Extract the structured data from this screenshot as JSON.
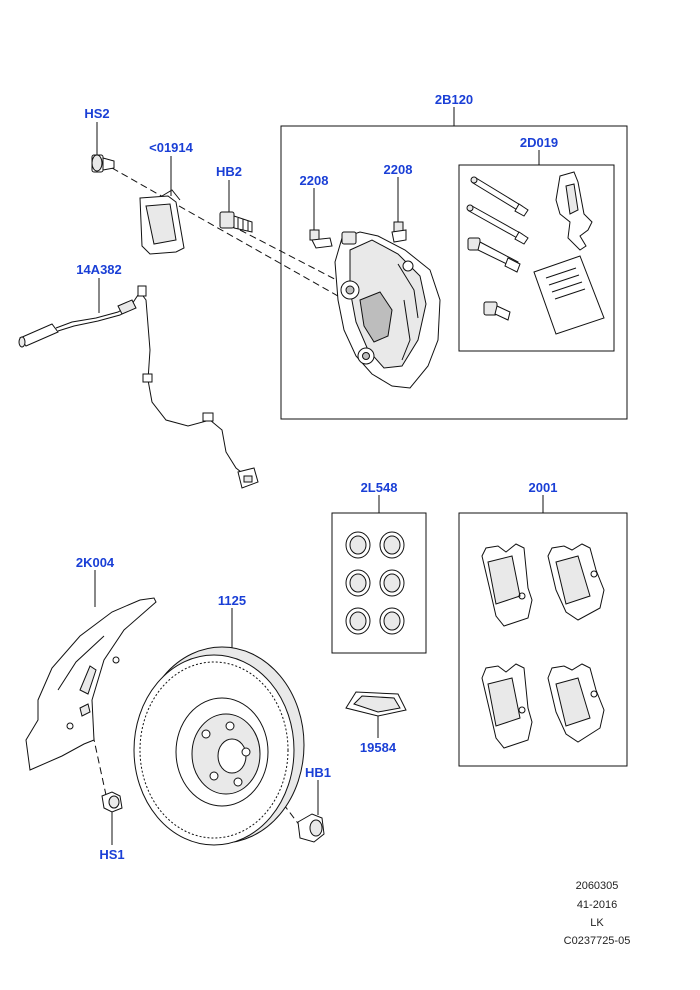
{
  "callouts": {
    "hs2": "HS2",
    "p01914": "<01914",
    "hb2": "HB2",
    "p2b120": "2B120",
    "p2208a": "2208",
    "p2208b": "2208",
    "p2d019": "2D019",
    "p14a382": "14A382",
    "p2l548": "2L548",
    "p2001": "2001",
    "p2k004": "2K004",
    "p1125": "1125",
    "p19584": "19584",
    "hb1": "HB1",
    "hs1": "HS1"
  },
  "footer": {
    "line1": "2060305",
    "line2": "41-2016",
    "line3": "LK",
    "line4": "C0237725-05"
  }
}
